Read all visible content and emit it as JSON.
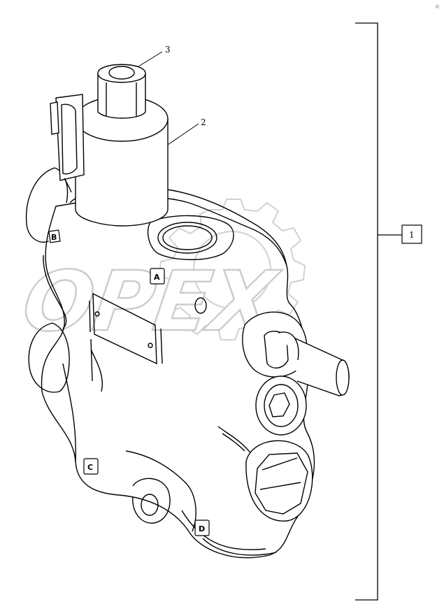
{
  "diagram": {
    "callouts": {
      "solenoid_nut": "3",
      "solenoid_coil": "2",
      "assembly": "1"
    },
    "ports": [
      "A",
      "B",
      "C",
      "D"
    ],
    "watermark": "OPEX",
    "corner_mark": "®"
  },
  "colors": {
    "line": "#000000",
    "watermark": "#c9c9c9"
  }
}
